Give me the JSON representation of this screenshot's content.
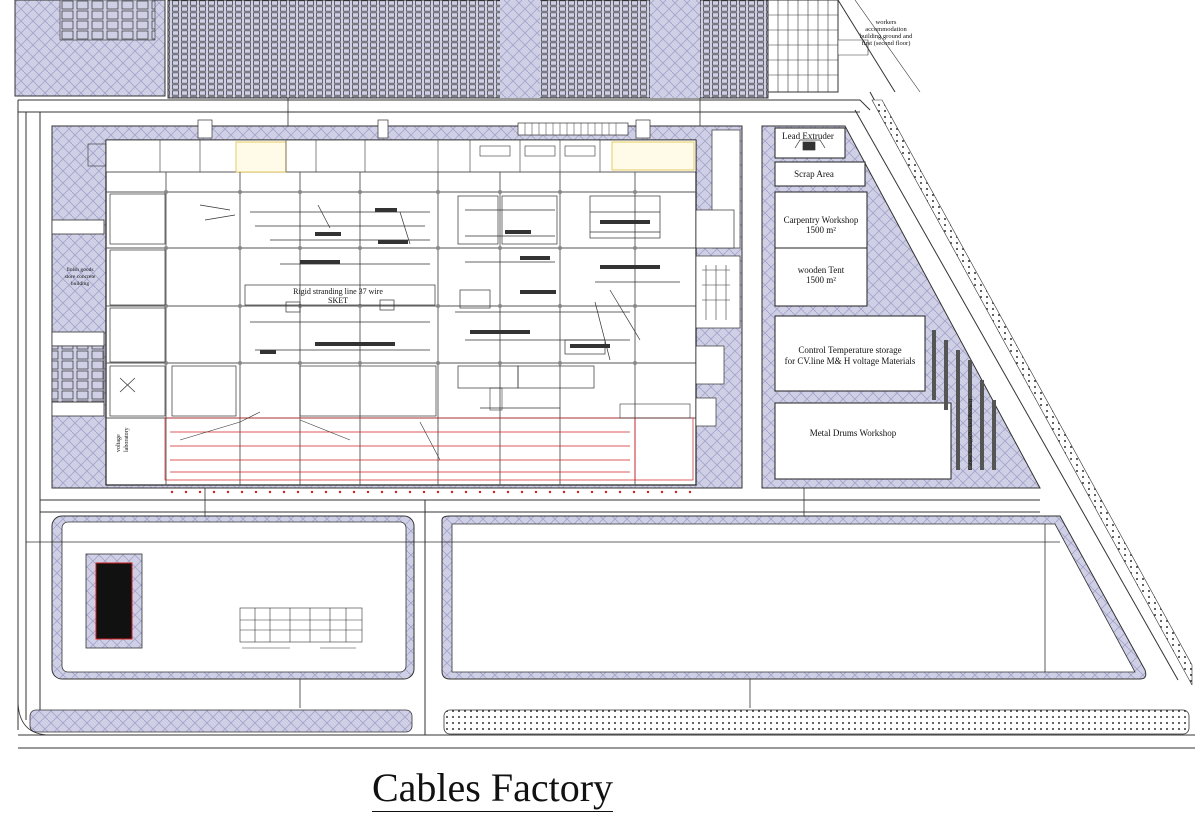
{
  "title": "Cables Factory",
  "labels": {
    "workers_accommodation": [
      "workers",
      "accommodation",
      "building ground and",
      "first (second floor)"
    ],
    "lead_extruder": "Lead Extruder",
    "scrap_area": "Scrap Area",
    "carpentry_workshop": [
      "Carpentry Workshop",
      "1500 m²"
    ],
    "wooden_tent": [
      "wooden Tent",
      "1500 m²"
    ],
    "control_temperature": [
      "Control Temperature storage",
      "for CV.line M& H voltage Materials"
    ],
    "metal_drums": "Metal Drums Workshop",
    "rigid_stranding": [
      "Rigid stranding line 37 wire",
      "SKET"
    ],
    "finish_goods": [
      "finish goods",
      "store concrete",
      "building"
    ],
    "cables_storage": "Cables Storage(Packed Product)",
    "voltage_laboratory": [
      "voltage",
      "laboratory"
    ]
  },
  "colors": {
    "paving": "#cfcfe6",
    "pattern_line": "#9c9cc4",
    "line": "#222222",
    "grid_red": "#d02020",
    "highlight_yellow": "#e8d060",
    "dots": "#333333"
  }
}
